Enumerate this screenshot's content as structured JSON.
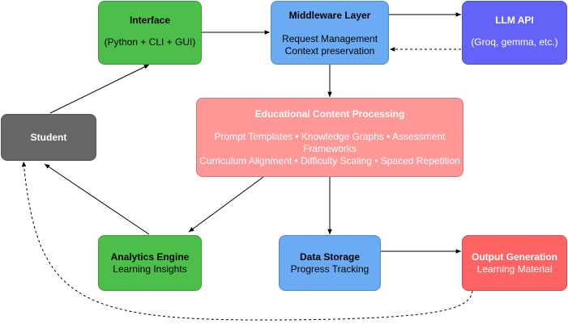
{
  "colors": {
    "interface_fill": "#4cbf4a",
    "middleware_fill": "#6aabf3",
    "llm_fill": "#6363f7",
    "student_fill": "#676767",
    "processing_fill": "#ff9797",
    "analytics_fill": "#4cbf4a",
    "storage_fill": "#6aabf3",
    "output_fill": "#ff6363",
    "edge": "#000000"
  },
  "nodes": {
    "interface": {
      "title": "Interface",
      "lines": [
        "(Python + CLI + GUI)"
      ]
    },
    "middleware": {
      "title": "Middleware Layer",
      "lines": [
        "Request Management",
        "Context preservation"
      ]
    },
    "llm": {
      "title": "LLM API",
      "lines": [
        "(Groq, gemma, etc.)"
      ]
    },
    "student": {
      "title": "Student",
      "lines": []
    },
    "processing": {
      "title": "Educational Content Processing",
      "lines": [
        "Prompt Templates • Knowledge Graphs • Assessment",
        "Frameworks",
        "Curriculum Alignment • Difficulty Scaling • Spaced Repetition"
      ]
    },
    "analytics": {
      "title": "Analytics Engine",
      "lines": [
        "Learning Insights"
      ]
    },
    "storage": {
      "title": "Data Storage",
      "lines": [
        "Progress Tracking"
      ]
    },
    "output": {
      "title": "Output Generation",
      "lines": [
        "Learning Material"
      ]
    }
  }
}
